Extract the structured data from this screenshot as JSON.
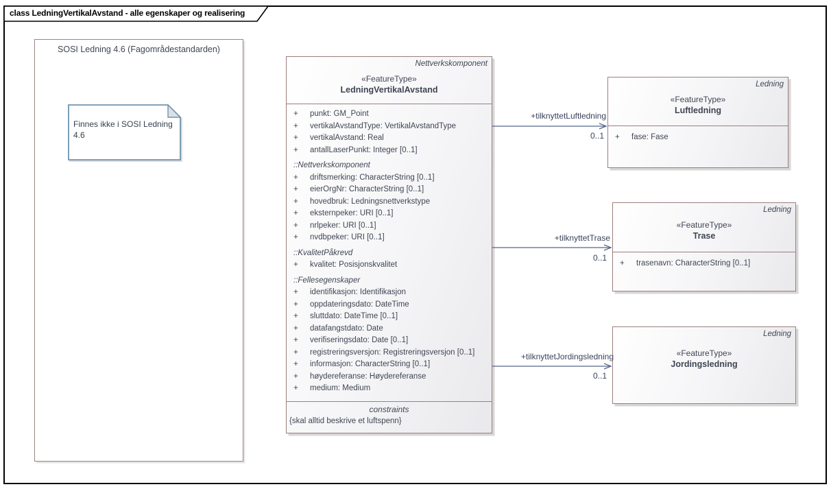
{
  "title": "class LedningVertikalAvstand - alle egenskaper og realisering",
  "package": {
    "label": "SOSI Ledning 4.6 (Fagområdestandarden)",
    "note_text": "Finnes ikke i SOSI Ledning 4.6"
  },
  "main_class": {
    "qualifier": "Nettverkskomponent",
    "stereotype": "«FeatureType»",
    "name": "LedningVertikalAvstand",
    "rows": [
      {
        "kind": "attr",
        "vis": "+",
        "text": "punkt: GM_Point"
      },
      {
        "kind": "attr",
        "vis": "+",
        "text": "vertikalAvstandType: VertikalAvstandType"
      },
      {
        "kind": "attr",
        "vis": "+",
        "text": "vertikalAvstand: Real"
      },
      {
        "kind": "attr",
        "vis": "+",
        "text": "antallLaserPunkt: Integer [0..1]"
      },
      {
        "kind": "group",
        "text": "::Nettverkskomponent"
      },
      {
        "kind": "attr",
        "vis": "+",
        "text": "driftsmerking: CharacterString [0..1]"
      },
      {
        "kind": "attr",
        "vis": "+",
        "text": "eierOrgNr: CharacterString [0..1]"
      },
      {
        "kind": "attr",
        "vis": "+",
        "text": "hovedbruk: Ledningsnettverkstype"
      },
      {
        "kind": "attr",
        "vis": "+",
        "text": "eksternpeker: URI [0..1]"
      },
      {
        "kind": "attr",
        "vis": "+",
        "text": "nrlpeker: URI [0..1]"
      },
      {
        "kind": "attr",
        "vis": "+",
        "text": "nvdbpeker: URI [0..1]"
      },
      {
        "kind": "group",
        "text": "::KvalitetPåkrevd"
      },
      {
        "kind": "attr",
        "vis": "+",
        "text": "kvalitet: Posisjonskvalitet"
      },
      {
        "kind": "group",
        "text": "::Fellesegenskaper"
      },
      {
        "kind": "attr",
        "vis": "+",
        "text": "identifikasjon: Identifikasjon"
      },
      {
        "kind": "attr",
        "vis": "+",
        "text": "oppdateringsdato: DateTime"
      },
      {
        "kind": "attr",
        "vis": "+",
        "text": "sluttdato: DateTime [0..1]"
      },
      {
        "kind": "attr",
        "vis": "+",
        "text": "datafangstdato: Date"
      },
      {
        "kind": "attr",
        "vis": "+",
        "text": "verifiseringsdato: Date [0..1]"
      },
      {
        "kind": "attr",
        "vis": "+",
        "text": "registreringsversjon: Registreringsversjon [0..1]"
      },
      {
        "kind": "attr",
        "vis": "+",
        "text": "informasjon: CharacterString [0..1]"
      },
      {
        "kind": "attr",
        "vis": "+",
        "text": "høydereferanse: Høydereferanse"
      },
      {
        "kind": "attr",
        "vis": "+",
        "text": "medium: Medium"
      }
    ],
    "constraints_header": "constraints",
    "constraint": "{skal alltid beskrive et luftspenn}"
  },
  "related_classes": [
    {
      "qualifier": "Ledning",
      "stereotype": "«FeatureType»",
      "name": "Luftledning",
      "attributes": [
        {
          "vis": "+",
          "text": "fase: Fase"
        }
      ]
    },
    {
      "qualifier": "Ledning",
      "stereotype": "«FeatureType»",
      "name": "Trase",
      "attributes": [
        {
          "vis": "+",
          "text": "trasenavn: CharacterString [0..1]"
        }
      ]
    },
    {
      "qualifier": "Ledning",
      "stereotype": "«FeatureType»",
      "name": "Jordingsledning",
      "attributes": []
    }
  ],
  "connectors": [
    {
      "name": "+tilknyttetLuftledning",
      "multiplicity": "0..1"
    },
    {
      "name": "+tilknyttetTrase",
      "multiplicity": "0..1"
    },
    {
      "name": "+tilknyttetJordingsledning",
      "multiplicity": "0..1"
    }
  ],
  "colors": {
    "frame": "#000000",
    "class_border": "#9c7d7d",
    "connector_line": "#54678c",
    "note_border": "#7094ae",
    "text": "#3f4552"
  }
}
